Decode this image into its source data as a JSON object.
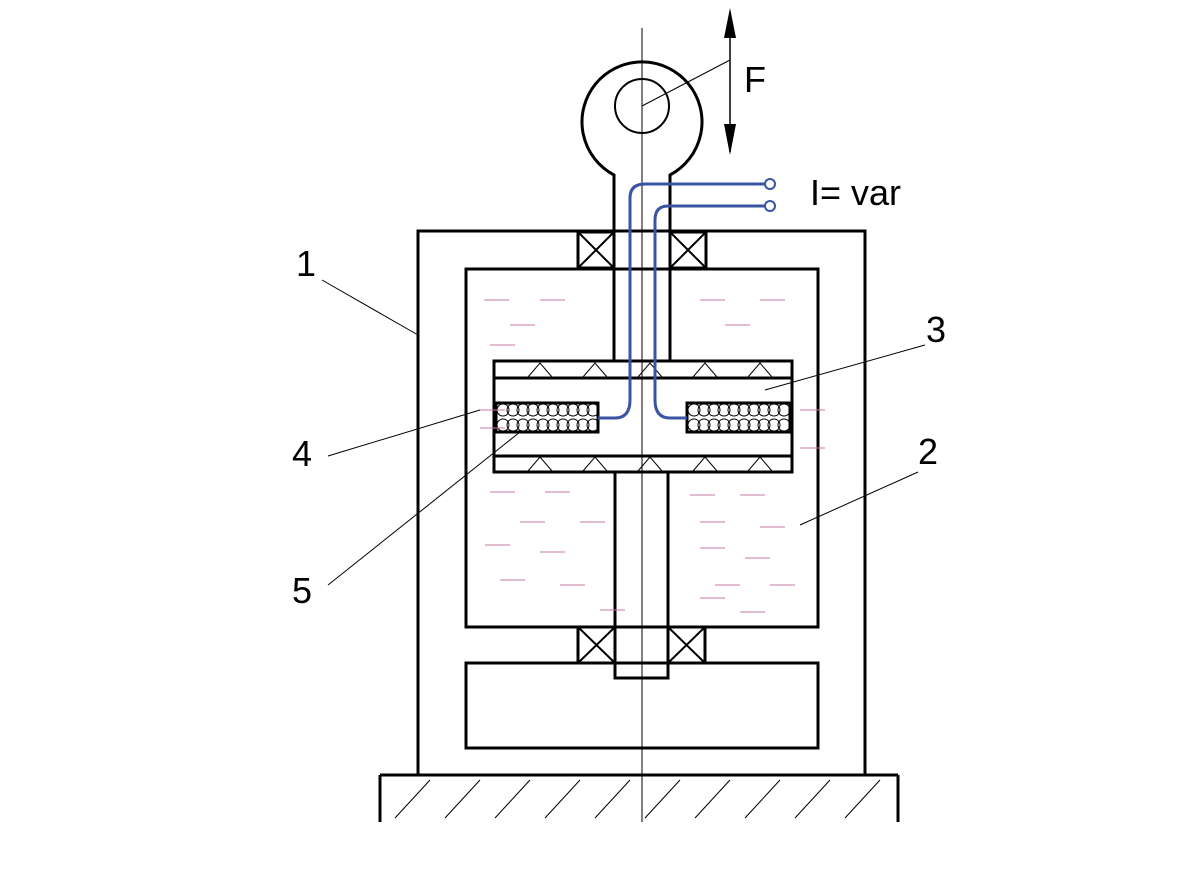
{
  "labels": {
    "force": "F",
    "current": "I= var",
    "n1": "1",
    "n2": "2",
    "n3": "3",
    "n4": "4",
    "n5": "5"
  },
  "colors": {
    "wire": "#3a54a4",
    "fluid": "#c87aa6",
    "line": "#000000"
  }
}
